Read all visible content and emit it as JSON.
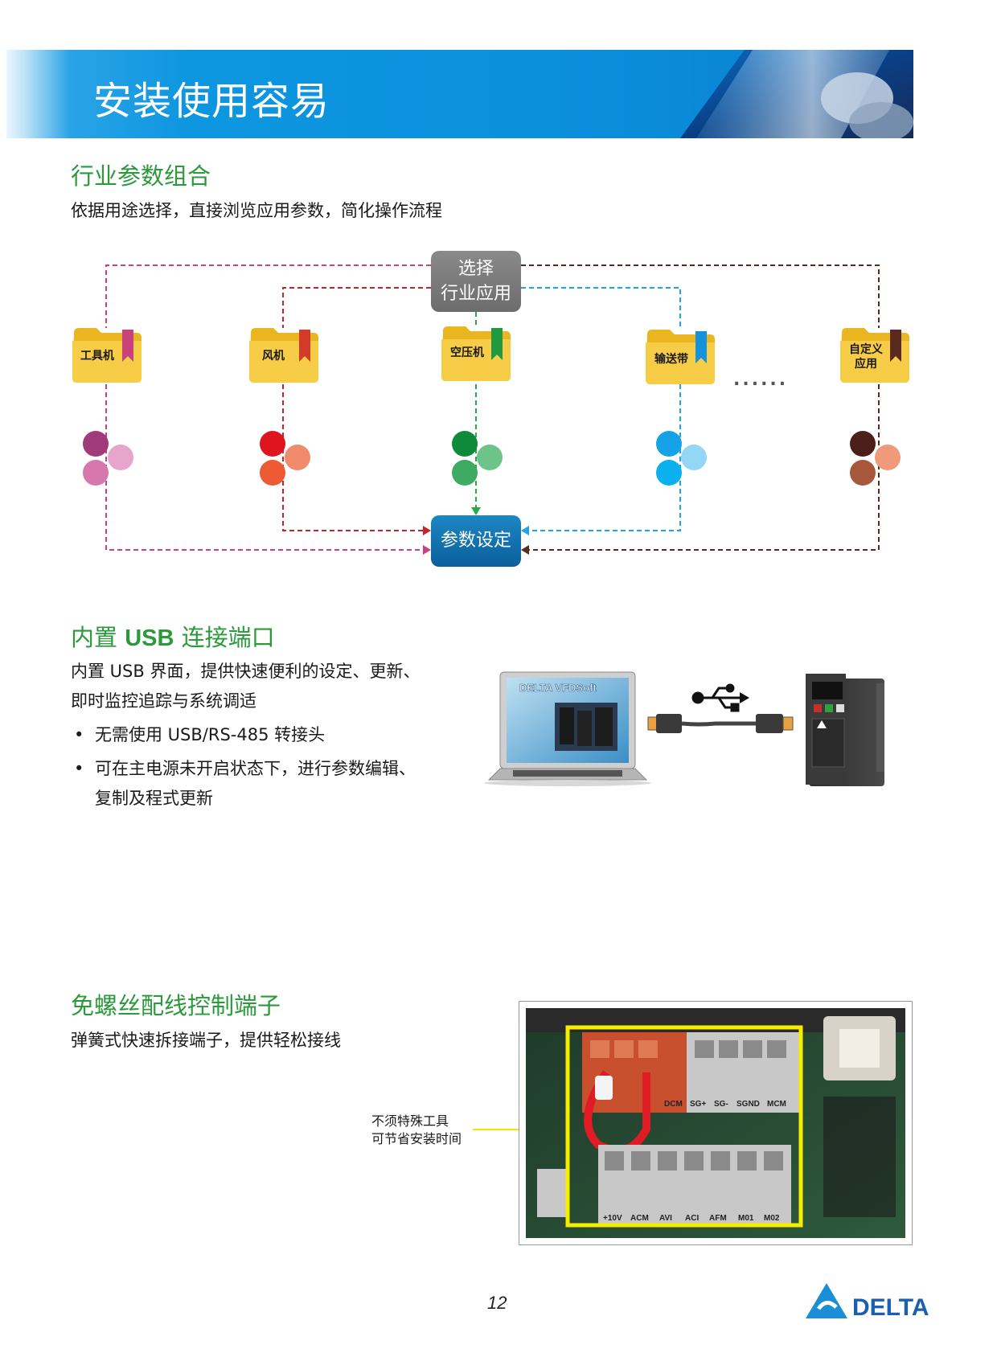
{
  "header": {
    "title": "安装使用容易"
  },
  "section1": {
    "title": "行业参数组合",
    "desc": "依据用途选择，直接浏览应用参数，简化操作流程"
  },
  "diagram": {
    "select_node_line1": "选择",
    "select_node_line2": "行业应用",
    "param_node": "参数设定",
    "ellipsis": "......",
    "folders": [
      {
        "line1": "工具机",
        "line2": "",
        "color": "#c8437e"
      },
      {
        "line1": "风机",
        "line2": "",
        "color": "#d23a2a"
      },
      {
        "line1": "空压机",
        "line2": "",
        "color": "#1f9a3e"
      },
      {
        "line1": "输送带",
        "line2": "",
        "color": "#1493dc"
      },
      {
        "line1": "自定义",
        "line2": "应用",
        "color": "#5a2a1e"
      }
    ]
  },
  "section2": {
    "title_pre": "内置 ",
    "title_bold": "USB",
    "title_post": " 连接端口",
    "desc_line1": "内置 USB 界面，提供快速便利的设定、更新、",
    "desc_line2": "即时监控追踪与系统调适",
    "bullet1": "无需使用 USB/RS-485 转接头",
    "bullet2_line1": "可在主电源未开启状态下，进行参数编辑、",
    "bullet2_line2": "复制及程式更新",
    "laptop_screen_text": "DELTA VFDSoft"
  },
  "section3": {
    "title": "免螺丝配线控制端子",
    "desc": "弹簧式快速拆接端子，提供轻松接线",
    "callout_line1": "不须特殊工具",
    "callout_line2": "可节省安装时间",
    "terminal_labels_top": [
      "DCM",
      "SG+",
      "SG-",
      "SGND",
      "MCM"
    ],
    "terminal_labels_bottom": [
      "+10V",
      "ACM",
      "AVI",
      "ACI",
      "AFM",
      "M01",
      "M02"
    ]
  },
  "footer": {
    "page_number": "12",
    "logo_text": "DELTA"
  },
  "colors": {
    "accent_green": "#2b9a3b",
    "banner_blue": "#0b90dc"
  }
}
